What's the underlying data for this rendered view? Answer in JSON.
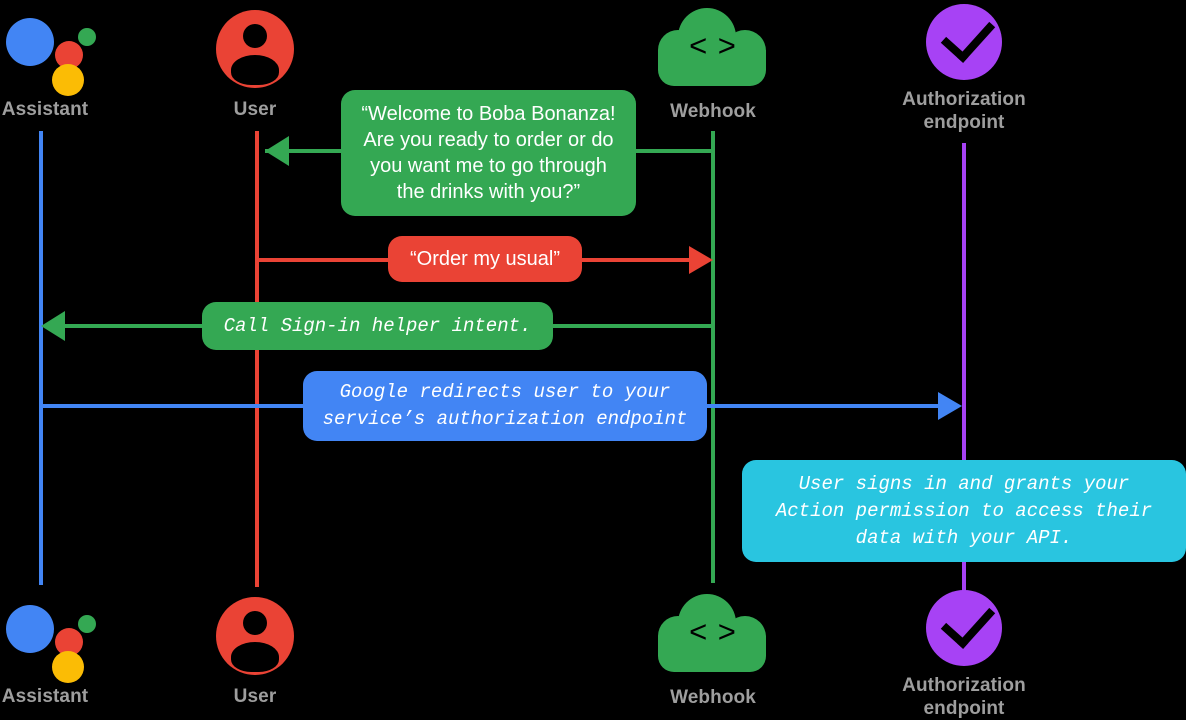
{
  "diagram": {
    "title": "Account linking sequence diagram",
    "background": "#000000",
    "label_color": "#9e9e9e"
  },
  "actors": [
    {
      "id": "assistant",
      "label": "Assistant",
      "icon": "google-assistant-icon",
      "lifeline_color": "#4285f4"
    },
    {
      "id": "user",
      "label": "User",
      "icon": "user-avatar-icon",
      "lifeline_color": "#ea4335"
    },
    {
      "id": "webhook",
      "label": "Webhook",
      "icon": "cloud-code-icon",
      "icon_glyph": "< >",
      "lifeline_color": "#34a853"
    },
    {
      "id": "authorization",
      "label": "Authorization\nendpoint",
      "icon": "purple-check-circle-icon",
      "lifeline_color": "#a742f5"
    }
  ],
  "messages": [
    {
      "id": "welcome",
      "text": "“Welcome to Boba Bonanza!\nAre you ready to order or do\nyou want me to go through\nthe drinks with you?”",
      "from": "webhook",
      "to": "user",
      "direction": "left",
      "color": "#34a853",
      "font": "sans"
    },
    {
      "id": "order-my-usual",
      "text": "“Order my usual”",
      "from": "user",
      "to": "webhook",
      "direction": "right",
      "color": "#ea4335",
      "font": "sans"
    },
    {
      "id": "call-signin-helper",
      "text": "Call Sign-in helper intent.",
      "from": "webhook",
      "to": "assistant",
      "direction": "left",
      "color": "#34a853",
      "font": "mono"
    },
    {
      "id": "google-redirects",
      "text": "Google redirects user to your\nservice’s authorization endpoint",
      "from": "assistant",
      "to": "authorization",
      "direction": "right",
      "color": "#4285f4",
      "font": "mono"
    },
    {
      "id": "user-signs-in",
      "text": "User signs in and grants your\nAction permission to access their\ndata with your API.",
      "from": "authorization",
      "to": "authorization",
      "direction": "none",
      "color": "#29c5e0",
      "font": "mono"
    }
  ]
}
